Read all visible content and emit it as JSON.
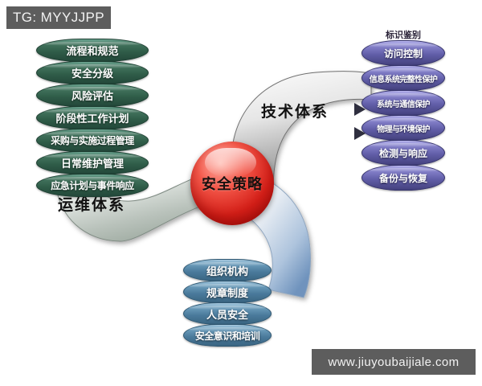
{
  "watermarks": {
    "tag": "TG: MYYJJPP",
    "url": "www.jiuyoubaijiale.com"
  },
  "diagram": {
    "core_label": "安全策略",
    "blades": [
      {
        "name": "technical",
        "label": "技术体系"
      },
      {
        "name": "operations",
        "label": "运维体系"
      },
      {
        "name": "management",
        "label": ""
      }
    ],
    "stacks": {
      "green": {
        "name": "operations-stack",
        "header": "",
        "items": [
          "流程和规范",
          "安全分级",
          "风险评估",
          "阶段性工作计划",
          "采购与实施过程管理",
          "日常维护管理",
          "应急计划与事件响应"
        ]
      },
      "purple": {
        "name": "technical-stack",
        "header": "标识鉴别",
        "items": [
          "访问控制",
          "信息系统完整性保护",
          "系统与通信保护",
          "物理与环境保护",
          "检测与响应",
          "备份与恢复"
        ]
      },
      "blue": {
        "name": "management-stack",
        "header": "",
        "items": [
          "组织机构",
          "规章制度",
          "人员安全",
          "安全意识和培训"
        ]
      }
    }
  },
  "colors": {
    "core": "#d41f18",
    "green": "#2f5c48",
    "purple": "#615ea8",
    "blue": "#4a7a9b",
    "watermark_bg": "#5d5d5d",
    "blade": "#cfcfcf"
  }
}
